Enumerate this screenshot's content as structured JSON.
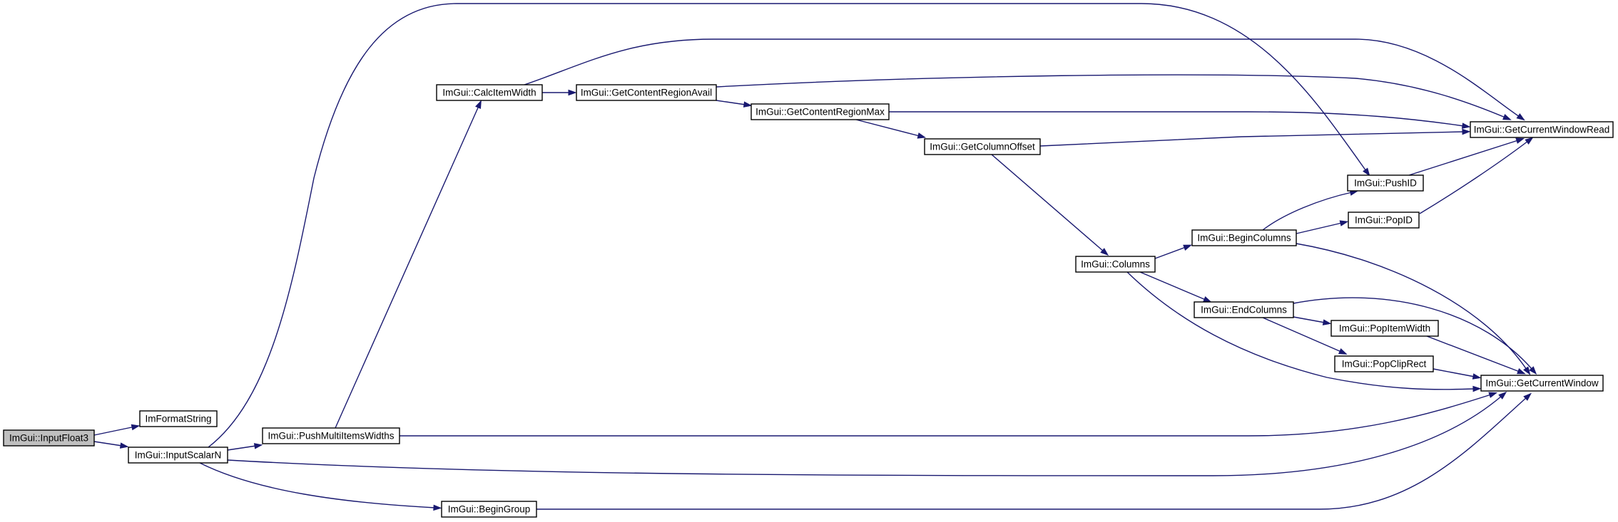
{
  "colors": {
    "root_fill": "#bfbfbf",
    "node_fill": "#ffffff",
    "edge": "#191970",
    "border": "#000000"
  },
  "nodes": {
    "inputfloat3": "ImGui::InputFloat3",
    "imformatstring": "ImFormatString",
    "inputscalarn": "ImGui::InputScalarN",
    "pushmultiitemswidths": "ImGui::PushMultiItemsWidths",
    "begingroup": "ImGui::BeginGroup",
    "calcitemwidth": "ImGui::CalcItemWidth",
    "getcontentregionavail": "ImGui::GetContentRegionAvail",
    "getcontentregionmax": "ImGui::GetContentRegionMax",
    "getcolumnoffset": "ImGui::GetColumnOffset",
    "columns": "ImGui::Columns",
    "begincolumns": "ImGui::BeginColumns",
    "endcolumns": "ImGui::EndColumns",
    "pushid": "ImGui::PushID",
    "popid": "ImGui::PopID",
    "popitemwidth": "ImGui::PopItemWidth",
    "popcliprect": "ImGui::PopClipRect",
    "getcurrentwindowread": "ImGui::GetCurrentWindowRead",
    "getcurrentwindow": "ImGui::GetCurrentWindow"
  },
  "edges": [
    [
      "inputfloat3",
      "imformatstring"
    ],
    [
      "inputfloat3",
      "inputscalarn"
    ],
    [
      "inputscalarn",
      "pushid"
    ],
    [
      "inputscalarn",
      "pushmultiitemswidths"
    ],
    [
      "inputscalarn",
      "getcurrentwindow"
    ],
    [
      "inputscalarn",
      "begingroup"
    ],
    [
      "pushmultiitemswidths",
      "calcitemwidth"
    ],
    [
      "pushmultiitemswidths",
      "getcurrentwindow"
    ],
    [
      "begingroup",
      "getcurrentwindow"
    ],
    [
      "calcitemwidth",
      "getcontentregionavail"
    ],
    [
      "calcitemwidth",
      "getcurrentwindowread"
    ],
    [
      "getcontentregionavail",
      "getcontentregionmax"
    ],
    [
      "getcontentregionavail",
      "getcurrentwindowread"
    ],
    [
      "getcontentregionmax",
      "getcolumnoffset"
    ],
    [
      "getcontentregionmax",
      "getcurrentwindowread"
    ],
    [
      "getcolumnoffset",
      "columns"
    ],
    [
      "getcolumnoffset",
      "getcurrentwindowread"
    ],
    [
      "columns",
      "begincolumns"
    ],
    [
      "columns",
      "endcolumns"
    ],
    [
      "columns",
      "getcurrentwindow"
    ],
    [
      "begincolumns",
      "pushid"
    ],
    [
      "begincolumns",
      "popid"
    ],
    [
      "begincolumns",
      "getcurrentwindow"
    ],
    [
      "endcolumns",
      "popitemwidth"
    ],
    [
      "endcolumns",
      "popcliprect"
    ],
    [
      "endcolumns",
      "getcurrentwindow"
    ],
    [
      "pushid",
      "getcurrentwindowread"
    ],
    [
      "popid",
      "getcurrentwindowread"
    ],
    [
      "popitemwidth",
      "getcurrentwindow"
    ],
    [
      "popcliprect",
      "getcurrentwindow"
    ]
  ]
}
